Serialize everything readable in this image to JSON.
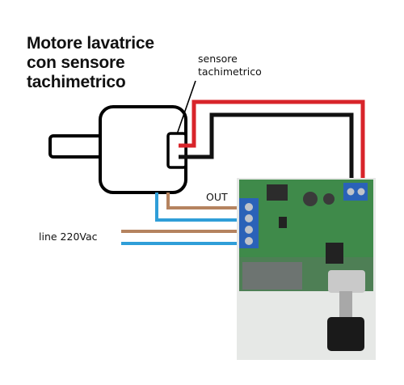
{
  "title": {
    "line1": "Motore lavatrice",
    "line2": "con sensore",
    "line3": "tachimetrico"
  },
  "labels": {
    "sensor_line1": "sensore",
    "sensor_line2": "tachimetrico",
    "out": "OUT",
    "line": "line 220Vac"
  },
  "colors": {
    "outline": "#000000",
    "wire_red": "#d8242a",
    "wire_black": "#111111",
    "wire_brown": "#b5835f",
    "wire_blue": "#2f9ed8",
    "pcb_green": "#3f8a4a",
    "terminal_blue": "#2a62b8",
    "knob": "#1a1a1a"
  }
}
